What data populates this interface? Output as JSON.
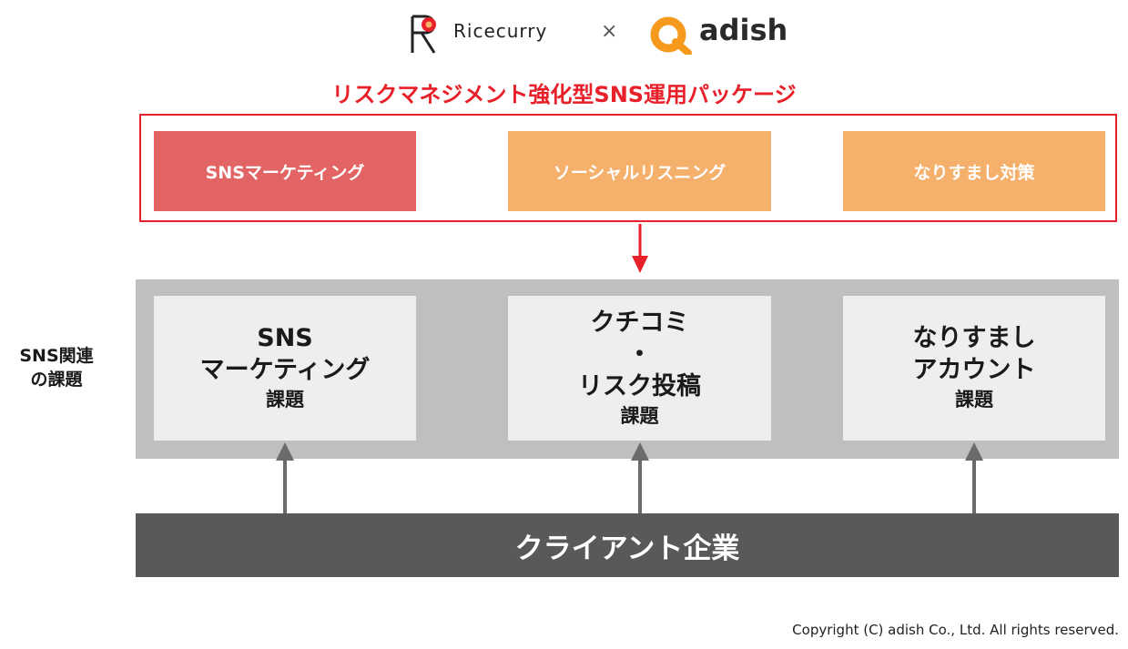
{
  "header": {
    "logo_left_text": "Ricecurry",
    "separator": "×",
    "logo_right_text": "adish"
  },
  "package": {
    "title": "リスクマネジメント強化型SNS運用パッケージ",
    "services": [
      {
        "label": "SNSマーケティング",
        "color": "#e26464"
      },
      {
        "label": "ソーシャルリスニング",
        "color": "#f5b06b"
      },
      {
        "label": "なりすまし対策",
        "color": "#f5b06b"
      }
    ],
    "frame_color": "#e8202a"
  },
  "issues": {
    "side_label_line1": "SNS関連",
    "side_label_line2": "の課題",
    "items": [
      {
        "lines": [
          "SNS",
          "マーケティング"
        ],
        "suffix": "課題"
      },
      {
        "lines": [
          "クチコミ",
          "・",
          "リスク投稿"
        ],
        "suffix": "課題"
      },
      {
        "lines": [
          "なりすまし",
          "アカウント"
        ],
        "suffix": "課題"
      }
    ]
  },
  "client": {
    "label": "クライアント企業"
  },
  "footer": {
    "copyright": "Copyright (C) adish Co., Ltd. All rights reserved."
  },
  "colors": {
    "accent_red": "#e8202a",
    "issue_band": "#bfbfbf",
    "issue_box": "#eeeeee",
    "client_bar": "#595959",
    "arrow_gray": "#6b6b6b"
  }
}
